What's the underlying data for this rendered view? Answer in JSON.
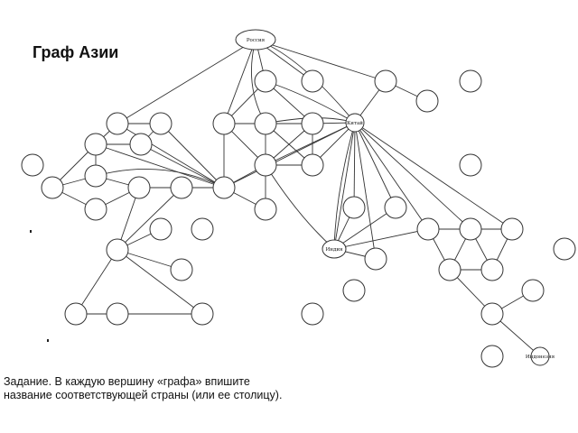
{
  "title": "Граф Азии",
  "task": {
    "line1": "Задание. В каждую вершину «графа» впишите",
    "line2": "название соответствующей страны (или ее столицу)."
  },
  "node_labels": {
    "russia": "Россия",
    "china": "Китай",
    "india": "Индия",
    "indonesia": "Индонезия"
  },
  "colors": {
    "stroke": "#333333",
    "fill": "#ffffff",
    "text": "#111111"
  }
}
